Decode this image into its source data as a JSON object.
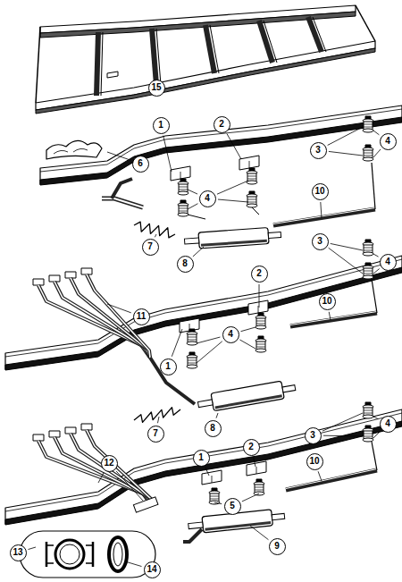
{
  "diagram": {
    "labels": [
      "15",
      "6",
      "1",
      "2",
      "3",
      "4",
      "4",
      "10",
      "7",
      "8",
      "11",
      "2",
      "3",
      "4",
      "4",
      "1",
      "10",
      "7",
      "8",
      "12",
      "2",
      "1",
      "3",
      "4",
      "10",
      "5",
      "9",
      "13",
      "14"
    ]
  }
}
